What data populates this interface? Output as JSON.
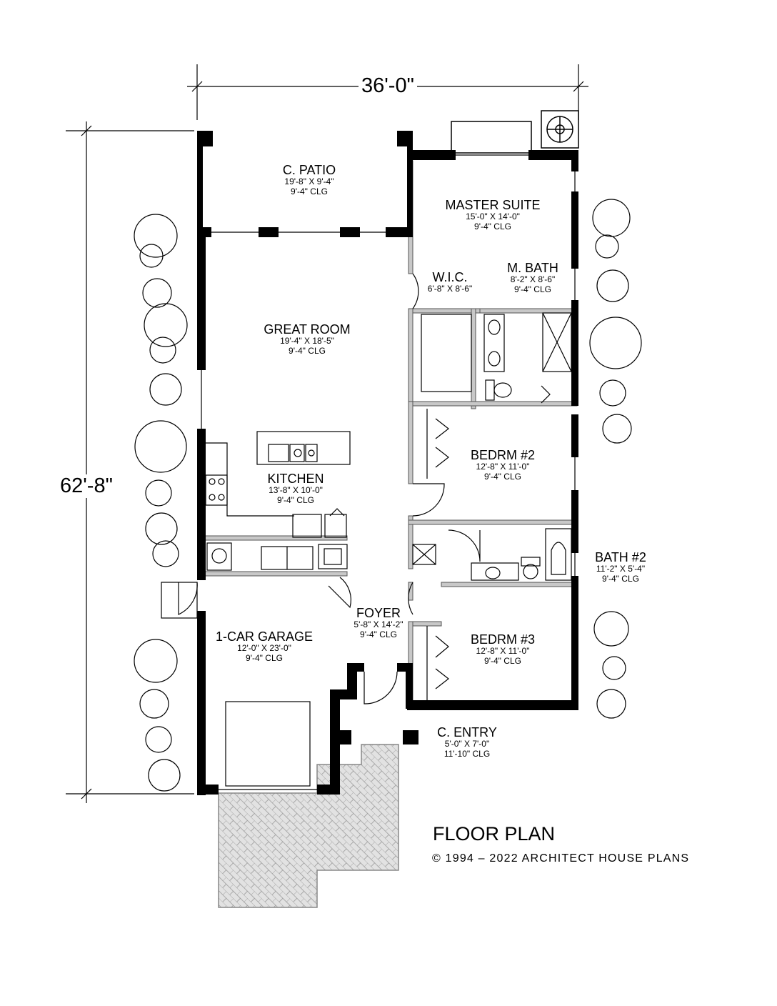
{
  "dimensions": {
    "width": "36'-0\"",
    "depth": "62'-8\""
  },
  "title": "FLOOR PLAN",
  "copyright": "© 1994 – 2022 ARCHITECT HOUSE PLANS",
  "rooms": {
    "patio": {
      "name": "C. PATIO",
      "size": "19'-8\" X 9'-4\"",
      "ceiling": "9'-4\" CLG"
    },
    "master": {
      "name": "MASTER SUITE",
      "size": "15'-0\" X 14'-0\"",
      "ceiling": "9'-4\" CLG"
    },
    "wic": {
      "name": "W.I.C.",
      "size": "6'-8\" X 8'-6\""
    },
    "mbath": {
      "name": "M. BATH",
      "size": "8'-2\" X 8'-6\"",
      "ceiling": "9'-4\" CLG"
    },
    "great": {
      "name": "GREAT ROOM",
      "size": "19'-4\" X 18'-5\"",
      "ceiling": "9'-4\" CLG"
    },
    "bed2": {
      "name": "BEDRM #2",
      "size": "12'-8\" X 11'-0\"",
      "ceiling": "9'-4\" CLG"
    },
    "kitchen": {
      "name": "KITCHEN",
      "size": "13'-8\" X 10'-0\"",
      "ceiling": "9'-4\" CLG"
    },
    "bath2": {
      "name": "BATH #2",
      "size": "11'-2\" X 5'-4\"",
      "ceiling": "9'-4\" CLG"
    },
    "foyer": {
      "name": "FOYER",
      "size": "5'-8\" X 14'-2\"",
      "ceiling": "9'-4\" CLG"
    },
    "garage": {
      "name": "1-CAR GARAGE",
      "size": "12'-0\" X 23'-0\"",
      "ceiling": "9'-4\" CLG"
    },
    "bed3": {
      "name": "BEDRM #3",
      "size": "12'-8\" X 11'-0\"",
      "ceiling": "9'-4\" CLG"
    },
    "entry": {
      "name": "C. ENTRY",
      "size": "5'-0\" X 7'-0\"",
      "ceiling": "11'-10\" CLG"
    }
  },
  "colors": {
    "wall": "#000000",
    "partition": "#a9a9a9",
    "paving": "#e2e2e2",
    "paper": "#ffffff"
  }
}
